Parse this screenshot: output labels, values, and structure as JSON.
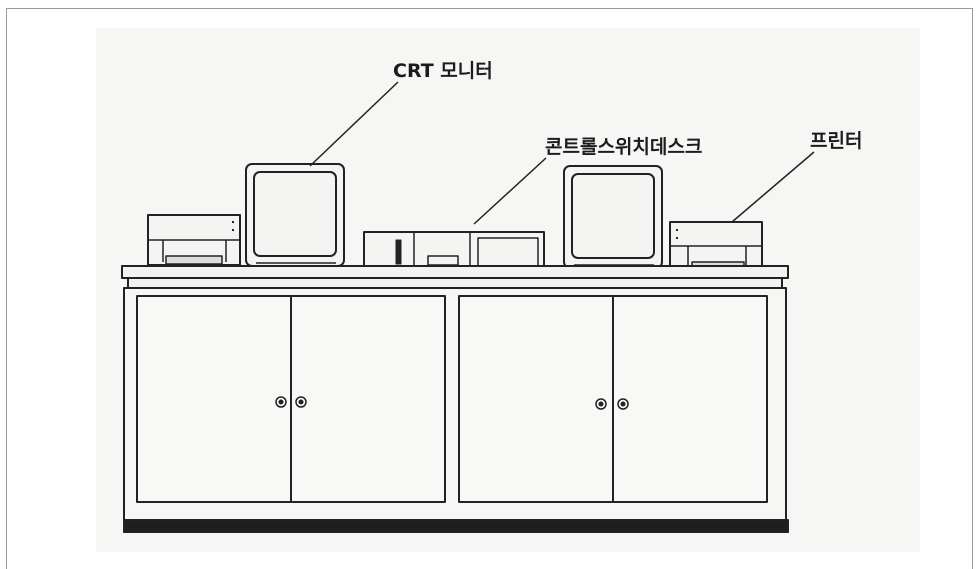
{
  "labels": {
    "crt_monitor": "CRT 모니터",
    "control_switch_desk": "콘트롤스위치데스크",
    "printer": "프린터"
  }
}
